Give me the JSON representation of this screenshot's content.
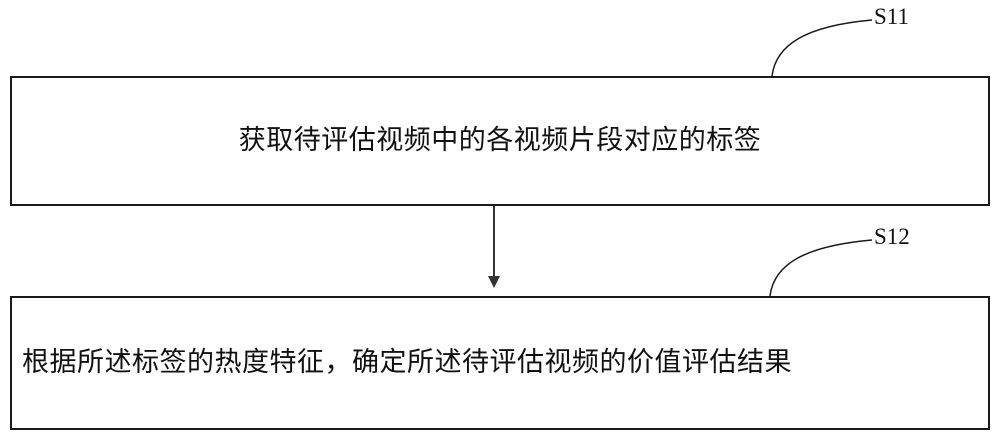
{
  "steps": [
    {
      "id": "S11",
      "text": "获取待评估视频中的各视频片段对应的标签"
    },
    {
      "id": "S12",
      "text": "根据所述标签的热度特征，确定所述待评估视频的价值评估结果"
    }
  ],
  "colors": {
    "stroke": "#1a1a1a",
    "arrow": "#333333",
    "background": "#ffffff"
  }
}
